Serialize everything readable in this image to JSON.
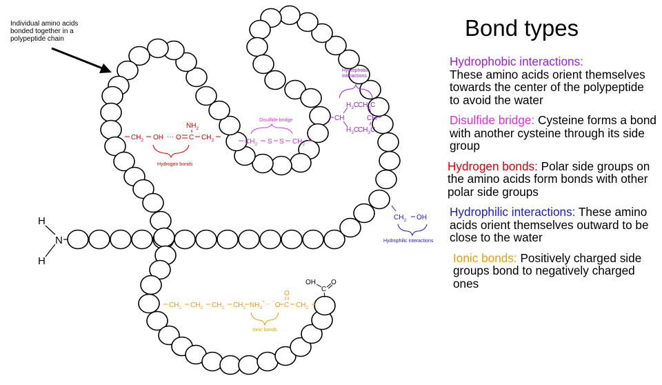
{
  "colors": {
    "hydrophobic": "#9b1fe0",
    "disulfide": "#e02ee0",
    "hydrogen": "#e00000",
    "hydrophilic": "#1a1ad6",
    "ionic": "#e9a000",
    "line": "#000000"
  },
  "callout": {
    "line1": "Individual amino acids",
    "line2": "bonded together in a",
    "line3": "polypeptide chain"
  },
  "terminal": {
    "h_top": "H",
    "n": "N",
    "h_bottom": "H"
  },
  "hydrophobic_group": {
    "label_line1": "Hydrophobic",
    "label_line2": "interactions",
    "ch_left": "CH",
    "ch_right": "CH",
    "h3c_top": "H",
    "h3c_top_sub": "3",
    "c_top": "C",
    "ch3_top": "CH",
    "ch3_top_sub": "3",
    "c_top_right": "C",
    "h3c_bottom": "H",
    "h3c_bottom_sub": "3",
    "c_bottom": "C",
    "ch3_bottom": "CH",
    "ch3_bottom_sub": "3",
    "c_bottom_right": "C"
  },
  "disulfide_group": {
    "label": "Disulfide bridge",
    "ch2_left": "CH",
    "ch2_left_sub": "2",
    "s1": "S",
    "s2": "S",
    "ch2_right": "CH",
    "ch2_right_sub": "2"
  },
  "hydrogen_group": {
    "label": "Hydrogen bonds",
    "ch2_left": "CH",
    "ch2_left_sub": "2",
    "oh": "OH",
    "dots": "···",
    "o": "O",
    "c": "C",
    "nh2": "NH",
    "nh2_sub": "2",
    "ch2_right": "CH",
    "ch2_right_sub": "2"
  },
  "hydrophilic_group": {
    "label": "Hydrophilic interactions",
    "ch2": "CH",
    "ch2_sub": "2",
    "oh": "OH"
  },
  "ionic_group": {
    "label": "Ionic bonds",
    "ch2_1": "CH",
    "ch2_1_sub": "2",
    "ch2_2": "CH",
    "ch2_2_sub": "2",
    "ch2_3": "CH",
    "ch2_3_sub": "2",
    "ch2_4": "CH",
    "ch2_4_sub": "2",
    "nh3": "NH",
    "nh3_sub": "3",
    "nh3_sup": "+",
    "dots": "··",
    "o_minus": "O",
    "o_minus_sup": "−",
    "o_top": "O",
    "c": "C",
    "ch2_5": "CH",
    "ch2_5_sub": "2"
  },
  "cooh": {
    "oh": "OH",
    "c": "C",
    "o": "O"
  },
  "legend": {
    "title": "Bond types",
    "items": [
      {
        "key": "hydrophobic",
        "label": "Hydrophobic interactions:",
        "text": "These amino acids orient themselves towards the center of the polypeptide to avoid the water"
      },
      {
        "key": "disulfide",
        "label": "Disulfide bridge:",
        "text": "Cysteine forms a bond with another cysteine through its side group"
      },
      {
        "key": "hydrogen",
        "label": "Hydrogen bonds:",
        "text": "Polar side groups on the amino acids form bonds with other polar side groups"
      },
      {
        "key": "hydrophilic",
        "label": "Hydrophilic interactions:",
        "text": "These amino acids orient themselves outward to be close to the water"
      },
      {
        "key": "ionic",
        "label": "Ionic bonds:",
        "text": "Positively charged side groups bond to negatively charged ones"
      }
    ]
  }
}
